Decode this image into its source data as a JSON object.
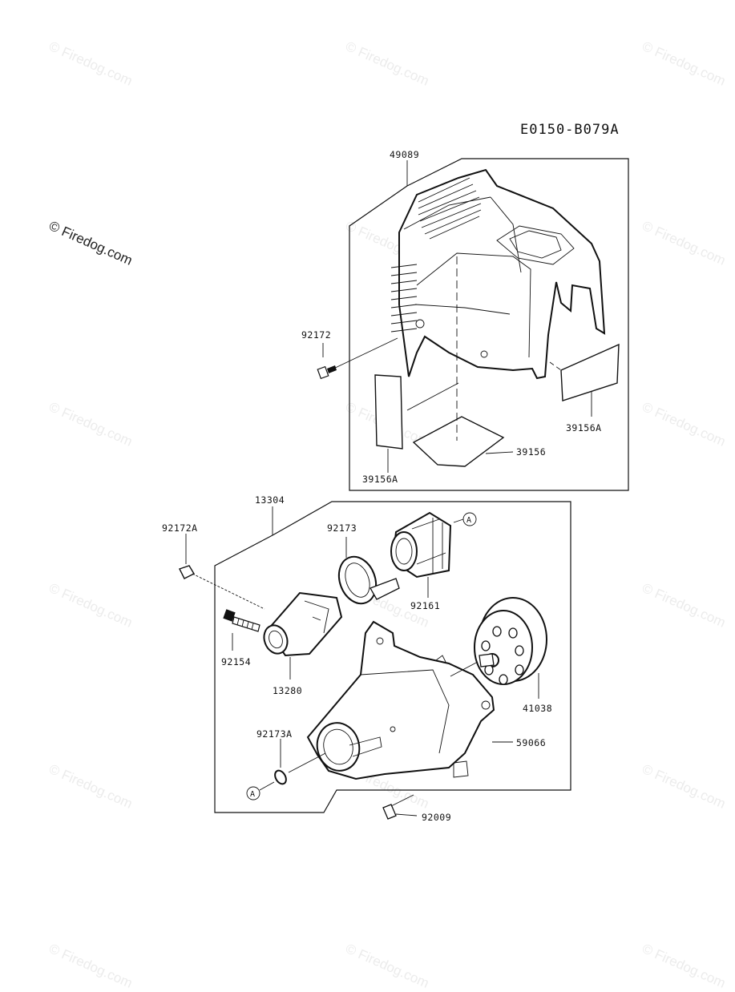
{
  "reference_code": "E0150-B079A",
  "watermark_text": "© Firedog.com",
  "callout_marker": "A",
  "parts": {
    "p49089": "49089",
    "p92172": "92172",
    "p39156A_left": "39156A",
    "p39156": "39156",
    "p39156A_right": "39156A",
    "p13304": "13304",
    "p92172A": "92172A",
    "p92173": "92173",
    "p92161": "92161",
    "p92154": "92154",
    "p13280": "13280",
    "p41038": "41038",
    "p59066": "59066",
    "p92173A": "92173A",
    "p92009": "92009"
  }
}
